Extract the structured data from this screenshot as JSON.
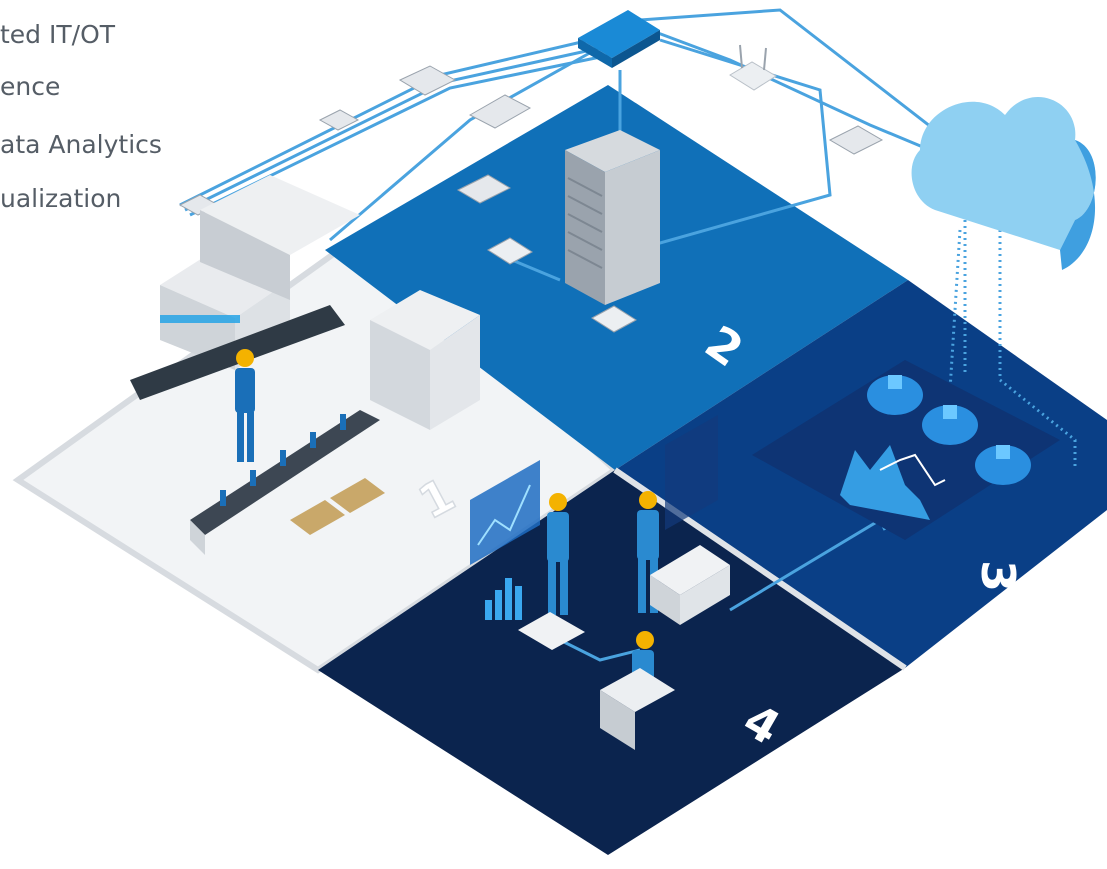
{
  "pillars": [
    {
      "number": "1",
      "label": "ted IT/OT",
      "color": "#f2f4f6"
    },
    {
      "number": "2",
      "label": "ence",
      "color": "#1070b8"
    },
    {
      "number": "3",
      "label": "ata Analytics",
      "color": "#0a3f86"
    },
    {
      "number": "4",
      "label": "ualization",
      "color": "#0b244e"
    }
  ],
  "colors": {
    "line": "#4aa3df",
    "cloud": "#8fd0f2",
    "machine": "#e9ebee",
    "accent": "#1aa0e6",
    "text": "#555d66"
  },
  "icons": [
    "cloud-icon",
    "server-rack-icon",
    "router-icon",
    "network-switch-icon",
    "factory-machine-icon",
    "conveyor-icon",
    "worker-icon",
    "dashboard-icon",
    "chart-icon"
  ]
}
